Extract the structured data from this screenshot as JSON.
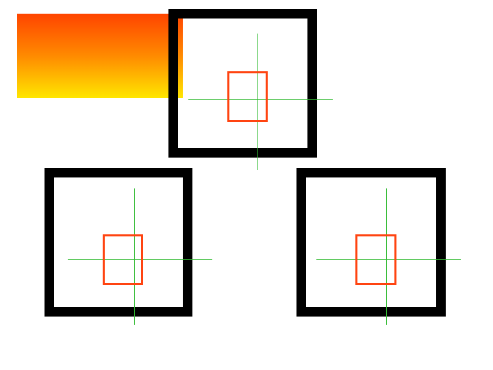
{
  "colors": {
    "background": "#ffffff",
    "frame_border": "#000000",
    "crosshair": "#33bb33",
    "inner_rect": "#ff4411",
    "gradient_top": "#ff4400",
    "gradient_bottom": "#ffe600"
  },
  "shapes": {
    "gradient_banner": "gradient-rectangle",
    "frames": [
      {
        "id": "top",
        "icon": "square-frame-with-crosshair"
      },
      {
        "id": "bottom-left",
        "icon": "square-frame-with-crosshair"
      },
      {
        "id": "bottom-right",
        "icon": "square-frame-with-crosshair"
      }
    ]
  }
}
